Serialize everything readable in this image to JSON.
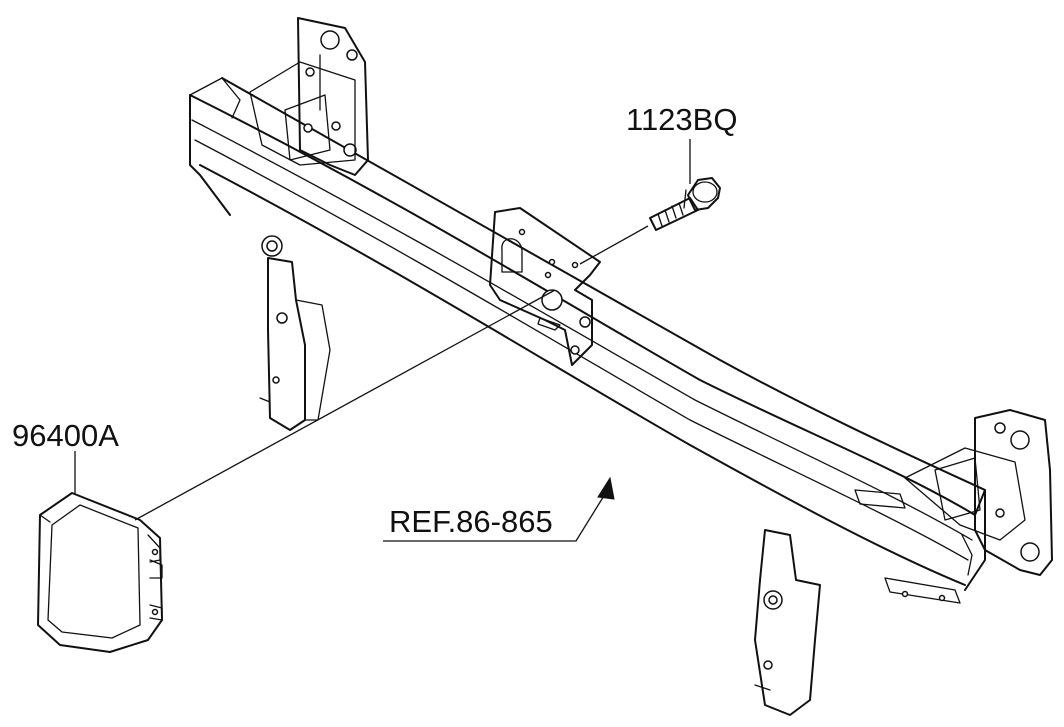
{
  "labels": {
    "sensor": "96400A",
    "bolt": "1123BQ",
    "reference": "REF.86-865"
  }
}
